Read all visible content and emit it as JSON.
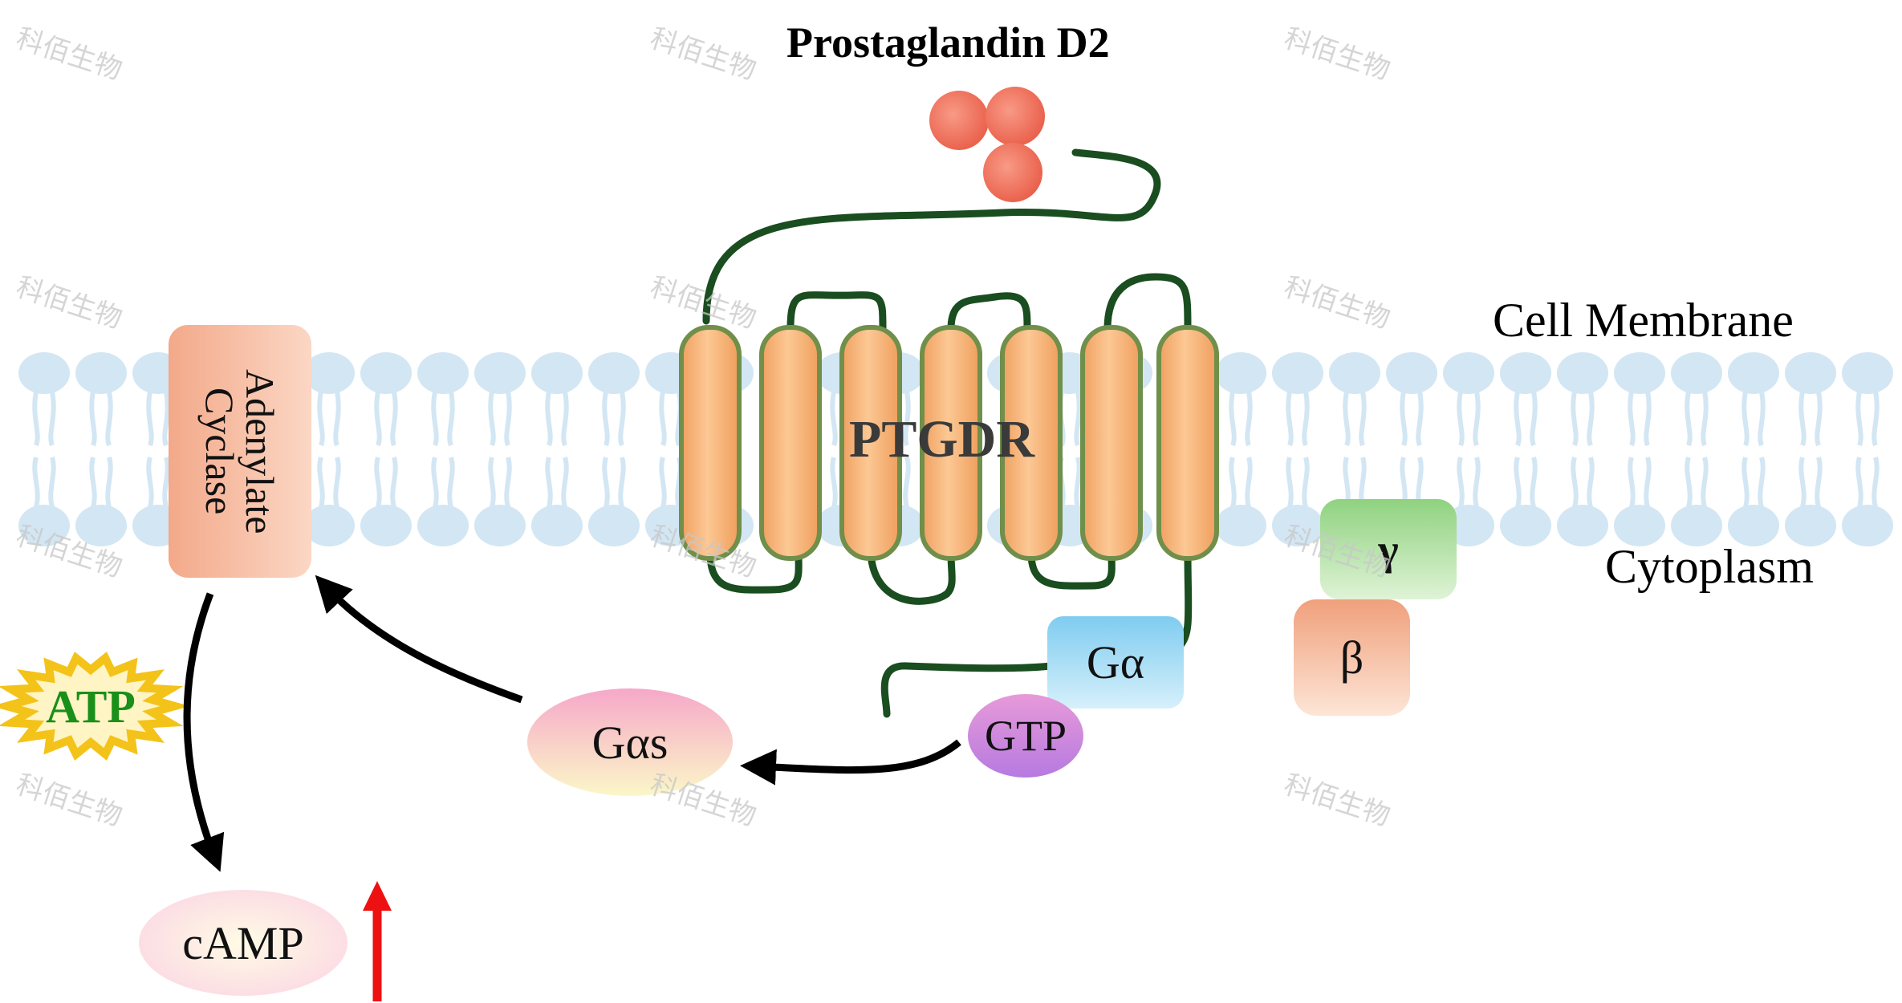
{
  "title": "Prostaglandin D2",
  "receptor": "PTGDR",
  "cell_membrane": "Cell Membrane",
  "cytoplasm": "Cytoplasm",
  "adenylate_cyclase": "Adenylate Cyclase",
  "g_alpha": "Gα",
  "g_alpha_s": "Gαs",
  "gtp": "GTP",
  "gamma": "γ",
  "beta": "β",
  "atp": "ATP",
  "camp": "cAMP",
  "watermark": "科佰生物",
  "colors": {
    "helix_fill": "#f7b478",
    "helix_border": "#6f8f4a",
    "loop": "#1a4d1f",
    "lipid": "#d3e6f3",
    "ligand": "#ee6f5c",
    "arrow_up": "#ee1111"
  }
}
